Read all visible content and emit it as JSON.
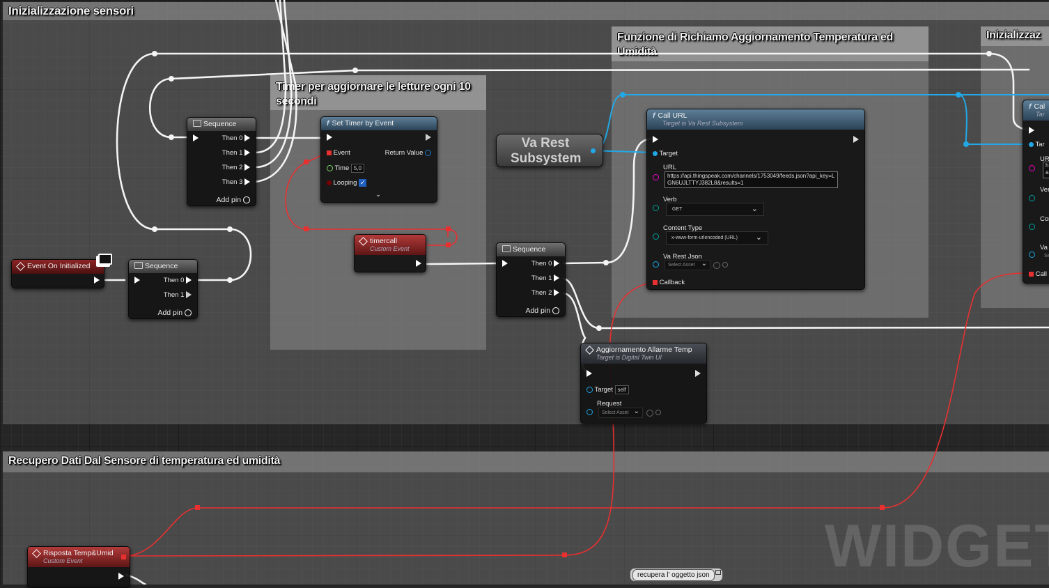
{
  "comments": {
    "init_sensors": "Inizializzazione sensori",
    "timer": "Timer per aggiornare le letture ogni 10 secondi",
    "callback_func": "Funzione di Richiamo Aggiornamento Temperatura ed Umidità",
    "init_right": "Inizializzaz",
    "recovery": "Recupero Dati Dal Sensore di temperatura ed umidità"
  },
  "nodes": {
    "event_init": {
      "title": "Event On Initialized"
    },
    "seq1": {
      "title": "Sequence",
      "then0": "Then 0",
      "then1": "Then 1",
      "add_pin": "Add pin"
    },
    "seq2": {
      "title": "Sequence",
      "then0": "Then 0",
      "then1": "Then 1",
      "then2": "Then 2",
      "then3": "Then 3",
      "add_pin": "Add pin"
    },
    "set_timer": {
      "title": "Set Timer by Event",
      "event": "Event",
      "return_value": "Return Value",
      "time": "Time",
      "time_value": "5,0",
      "looping": "Looping",
      "looping_checked": "✓"
    },
    "timercall": {
      "title": "timercall",
      "subtitle": "Custom Event"
    },
    "varest": {
      "title": "Va Rest Subsystem"
    },
    "seq3": {
      "title": "Sequence",
      "then0": "Then 0",
      "then1": "Then 1",
      "then2": "Then 2",
      "add_pin": "Add pin"
    },
    "call_url": {
      "title": "Call URL",
      "subtitle": "Target is Va Rest Subsystem",
      "target": "Target",
      "url_label": "URL",
      "url_value": "https://api.thingspeak.com/channels/1753049/feeds.json?api_key=LGN6UJLTTYJ382L8&results=1",
      "verb_label": "Verb",
      "verb_value": "GET",
      "content_type_label": "Content Type",
      "content_type_value": "x-www-form-urlencoded (URL)",
      "json_label": "Va Rest Json",
      "json_value": "Select Asset",
      "callback": "Callback"
    },
    "aggiornamento": {
      "title": "Aggiornamento Allarme Temp",
      "subtitle": "Target is Digital Twin UI",
      "target": "Target",
      "target_value": "self",
      "request": "Request",
      "request_value": "Select Asset"
    },
    "call_right": {
      "title": "Cal",
      "subtitle": "Tar",
      "target": "Tar",
      "url": "UR",
      "url_value1": "h",
      "url_value2": "a",
      "verb": "Ver",
      "content": "Cor",
      "json": "Va",
      "json_sub": "Se",
      "callback": "Call"
    },
    "risposta": {
      "title": "Risposta Temp&Umid",
      "subtitle": "Custom Event"
    }
  },
  "tooltip": "recupera l' oggetto json",
  "watermark": "WIDGET",
  "colors": {
    "exec": "#ffffff",
    "delegate": "#ff3b3b",
    "object": "#1aa6e6",
    "string": "#f000c8",
    "struct": "#00a0a0",
    "bool": "#8b0000",
    "float": "#7cd96a"
  }
}
